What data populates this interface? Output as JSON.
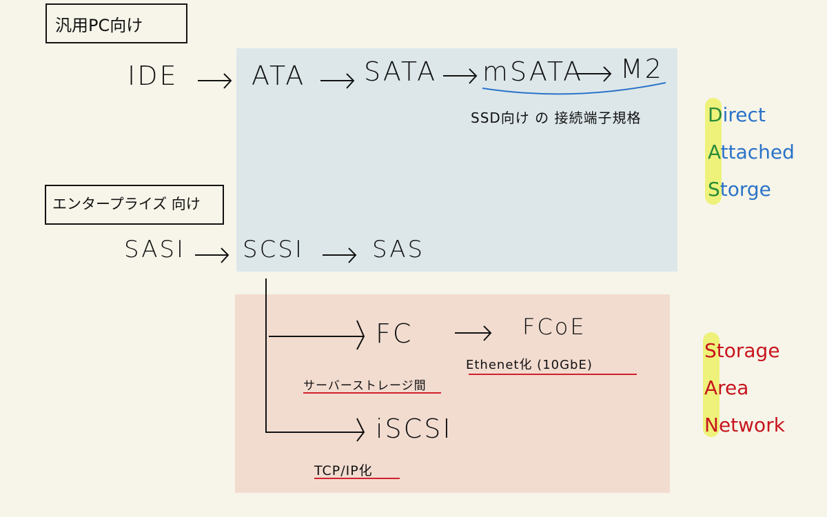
{
  "colors": {
    "background": "#f7f5e9",
    "das_region": "#dde7ea",
    "san_region": "#f2dcd0",
    "highlight": "#eef27a",
    "das_text": "#2a72c8",
    "san_text": "#c8141e",
    "blue_underline": "#2a72c8",
    "red_underline": "#d0202a"
  },
  "sections": {
    "pc": "汎用PC向け",
    "enterprise": "エンタープライズ 向け"
  },
  "pc_chain": [
    "IDE",
    "ATA",
    "SATA",
    "mSATA",
    "M2"
  ],
  "ssd_note": "SSD向け の 接続端子規格",
  "enterprise_chain": [
    "SASI",
    "SCSI",
    "SAS"
  ],
  "san_nodes": {
    "fc": "FC",
    "fcoe": "FCoE",
    "iscsi": "iSCSI",
    "fc_note": "サーバーストレージ間",
    "fcoe_note": "Ethenet化 (10GbE)",
    "iscsi_note": "TCP/IP化"
  },
  "das": {
    "letters": [
      "D",
      "A",
      "S"
    ],
    "rests": [
      "irect",
      "ttached",
      "torge"
    ]
  },
  "san": {
    "letters": [
      "S",
      "A",
      "N"
    ],
    "rests": [
      "torage",
      "rea",
      "etwork"
    ]
  },
  "icons": {
    "arrow": "right-arrow-icon"
  }
}
